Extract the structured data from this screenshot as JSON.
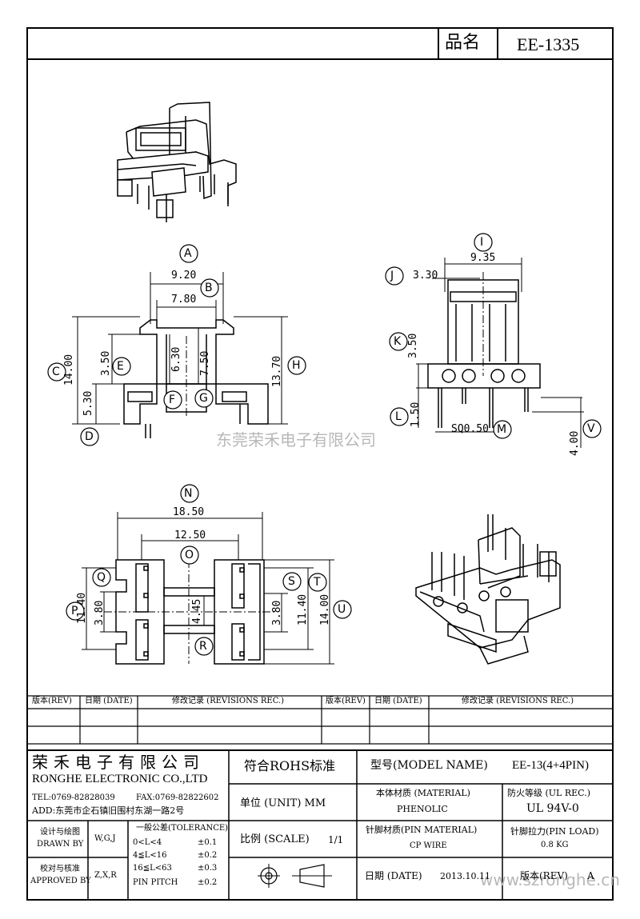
{
  "header": {
    "product_name_label": "品名",
    "product_name": "EE-1335"
  },
  "front_view": {
    "A": "A",
    "B": "B",
    "C": "C",
    "D": "D",
    "E": "E",
    "F": "F",
    "G": "G",
    "H": "H",
    "dim_A": "9.20",
    "dim_B": "7.80",
    "dim_C": "14.00",
    "dim_D": "5.30",
    "dim_E": "3.50",
    "dim_F": "6.30",
    "dim_G": "7.50",
    "dim_H": "13.70"
  },
  "side_view": {
    "I": "I",
    "J": "J",
    "K": "K",
    "L": "L",
    "M": "M",
    "V": "V",
    "dim_I": "9.35",
    "dim_J": "3.30",
    "dim_K": "3.50",
    "dim_L": "1.50",
    "dim_M": "SQ0.50",
    "dim_V": "4.00"
  },
  "bottom_view": {
    "N": "N",
    "O": "O",
    "P": "P",
    "Q": "Q",
    "R": "R",
    "S": "S",
    "T": "T",
    "U": "U",
    "dim_N": "18.50",
    "dim_O": "12.50",
    "dim_P": "11.40",
    "dim_Q": "3.80",
    "dim_R": "4.45",
    "dim_S": "3.80",
    "dim_T": "11.40",
    "dim_U": "14.00"
  },
  "watermark_mid": "东莞荣禾电子有限公司",
  "watermark_url": "www.szronghe.cn",
  "revisions": {
    "rev_label": "版本(REV)",
    "date_label": "日期 (DATE)",
    "rec_label": "修改记录 (REVISIONS REC.)"
  },
  "title_block": {
    "company_cn": "荣禾电子有限公司",
    "company_en": "RONGHE ELECTRONIC CO.,LTD",
    "tel": "TEL:0769-82828039",
    "fax": "FAX:0769-82822602",
    "address": "ADD:东莞市企石镇旧围村东湖一路2号",
    "rohs": "符合ROHS标准",
    "model_label": "型号(MODEL NAME)",
    "model_value": "EE-13(4+4PIN)",
    "unit_label": "单位 (UNIT) MM",
    "material_label": "本体材质 (MATERIAL)",
    "material_value": "PHENOLIC",
    "fire_label": "防火等级 (UL REC.)",
    "fire_value": "UL 94V-0",
    "design_label_cn": "设计与绘图",
    "design_label_en": "DRAWN BY",
    "design_value": "W,G,J",
    "check_label_cn": "校对与核准",
    "check_label_en": "APPROVED BY",
    "check_value": "Z,X,R",
    "tolerance_title": "一般公差(TOLERANCE)",
    "tolerances": [
      {
        "range": "0<L<4",
        "value": "±0.1"
      },
      {
        "range": "4≦L<16",
        "value": "±0.2"
      },
      {
        "range": "16≦L<63",
        "value": "±0.3"
      },
      {
        "range": "PIN PITCH",
        "value": "±0.2"
      }
    ],
    "scale_label": "比例 (SCALE)",
    "scale_value": "1/1",
    "pin_material_label": "针脚材质(PIN MATERIAL)",
    "pin_material_value": "CP WIRE",
    "pin_load_label": "针脚拉力(PIN LOAD)",
    "pin_load_value": "0.8 KG",
    "date_label": "日期 (DATE)",
    "date_value": "2013.10.11",
    "rev_label": "版本(REV)",
    "rev_value": "A"
  }
}
